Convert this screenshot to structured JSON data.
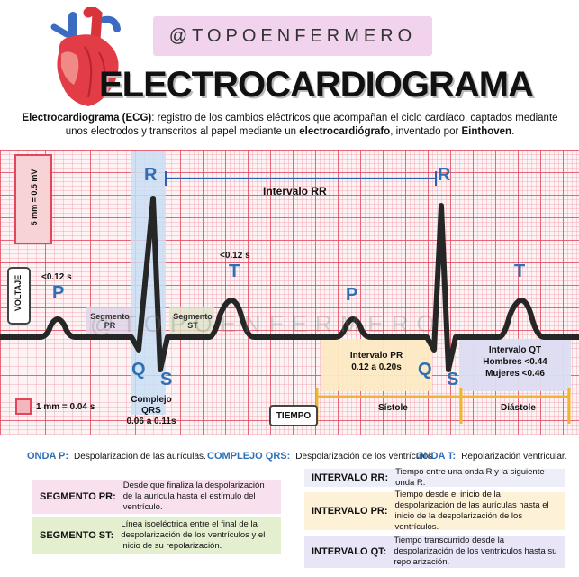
{
  "header": {
    "brand": "@TOPOENFERMERO",
    "title": "ELECTROCARDIOGRAMA"
  },
  "intro": {
    "term": "Electrocardiograma (ECG)",
    "text_1": ": registro de los cambios eléctricos que acompañan el ciclo cardíaco, captados mediante unos electrodos y transcritos al papel mediante un ",
    "term_2": "electrocardiógrafo",
    "text_2": ", inventado por ",
    "term_3": "Einthoven",
    "text_3": "."
  },
  "ecg": {
    "voltage_scale": "5 mm = 0.5 mV",
    "voltaje": "VOLTAJE",
    "time_scale": "1 mm = 0.04 s",
    "tiempo": "TIEMPO",
    "watermark": "@TOPOENFERMERO",
    "wave_p": "P",
    "wave_q": "Q",
    "wave_r": "R",
    "wave_s": "S",
    "wave_t": "T",
    "p_duration": "<0.12 s",
    "t_duration": "<0.12 s",
    "intervalo_rr": "Intervalo RR",
    "segmento_pr": "Segmento\nPR",
    "segmento_st": "Segmento\nST",
    "complejo_qrs": "Complejo\nQRS\n0.06 a 0.11s",
    "intervalo_pr": "Intervalo PR\n0.12 a 0.20s",
    "intervalo_qt": "Intervalo QT\nHombres <0.44\nMujeres <0.46",
    "sistole": "Sístole",
    "diastole": "Diástole"
  },
  "legend": {
    "onda_p": {
      "key": "ONDA P:",
      "desc": "Despolarización de las aurículas."
    },
    "complejo_qrs": {
      "key": "COMPLEJO QRS:",
      "desc": "Despolarización de los ventrículos."
    },
    "onda_t": {
      "key": "ONDA T:",
      "desc": "Repolarización ventricular."
    },
    "segmento_pr": {
      "key": "SEGMENTO PR:",
      "desc": "Desde que finaliza la despolarización de la aurícula hasta el estímulo del ventrículo."
    },
    "segmento_st": {
      "key": "SEGMENTO ST:",
      "desc": "Línea isoeléctrica entre el final de la despolarización de los ventrículos y el inicio de su repolarización."
    },
    "intervalo_rr": {
      "key": "INTERVALO RR:",
      "desc": "Tiempo entre una onda R y la siguiente onda R."
    },
    "intervalo_pr": {
      "key": "INTERVALO PR:",
      "desc": "Tiempo desde el inicio de la despolarización de las aurículas hasta el inicio de la despolarización de los ventrículos."
    },
    "intervalo_qt": {
      "key": "INTERVALO QT:",
      "desc": "Tiempo transcurrido desde la despolarización de los ventrículos hasta su repolarización."
    }
  },
  "colors": {
    "wave_label": "#2f6fb4",
    "grid_major": "#e1465a",
    "qrs_highlight": "#c9def4",
    "pr_highlight": "#fde9c3",
    "qt_highlight": "#dcdcf2",
    "interval_bar": "#f0b534",
    "rr_bar": "#2f5fb3",
    "brand_bg": "#f1d3ee"
  }
}
